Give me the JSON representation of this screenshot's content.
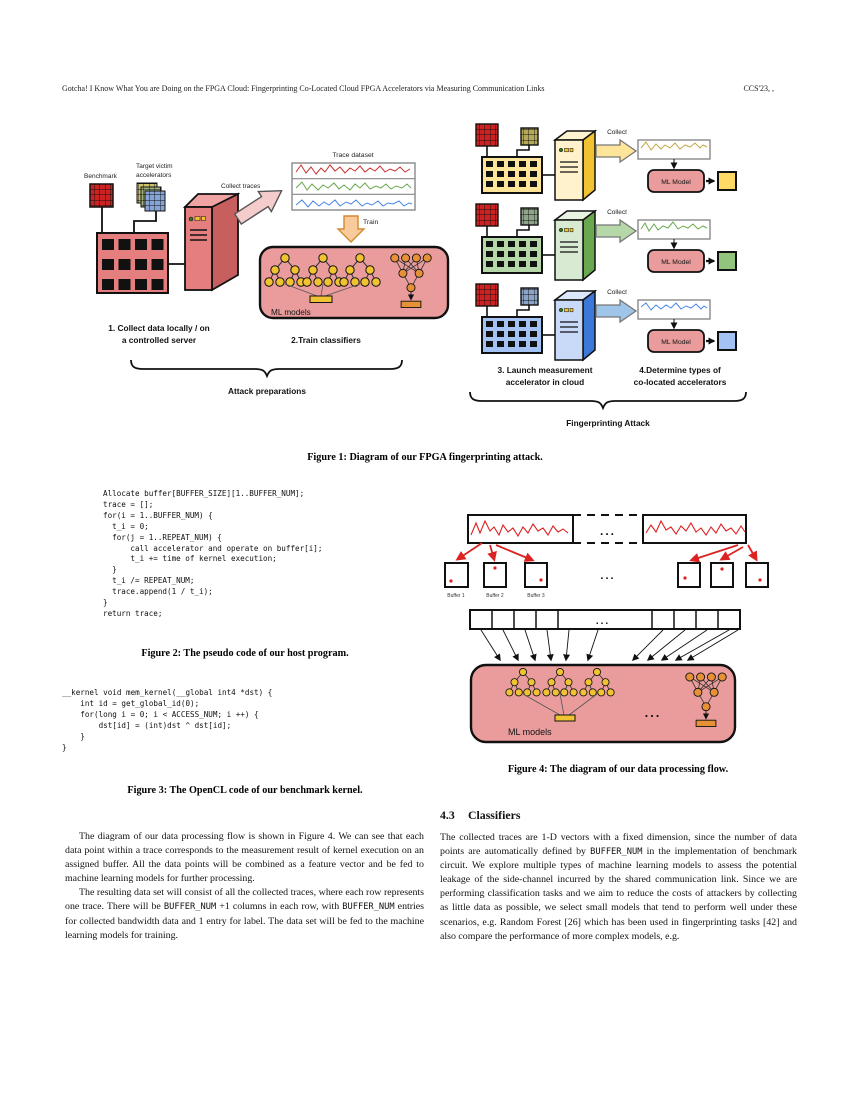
{
  "header": {
    "title": "Gotcha! I Know What You are Doing on the FPGA Cloud: Fingerprinting Co-Located Cloud FPGA Accelerators via Measuring Communication Links",
    "venue": "CCS'23, ,"
  },
  "figure1": {
    "caption": "Figure 1: Diagram of our FPGA fingerprinting attack.",
    "labels": {
      "benchmark": "Benchmark",
      "target_victim_line1": "Target victim",
      "target_victim_line2": "accelerators",
      "collect_traces": "Collect traces",
      "trace_dataset": "Trace dataset",
      "train": "Train",
      "ml_models": "ML models",
      "step1_line1": "1. Collect data locally / on",
      "step1_line2": "a controlled server",
      "step2": "2.Train classifiers",
      "attack_preparations": "Attack preparations",
      "collect": "Collect",
      "ml_model": "ML Model",
      "step3_line1": "3. Launch measurement",
      "step3_line2": "accelerator in cloud",
      "step4_line1": "4.Determine types of",
      "step4_line2": "co-located accelerators",
      "fingerprinting_attack": "Fingerprinting Attack"
    },
    "colors": {
      "board_pink": "#e57e7e",
      "ml_box_pink": "#ea9c9c",
      "tree_node_yellow": "#f1c232",
      "nn_node_orange": "#e69138",
      "collect_arrow_pink": "#f4cccc",
      "train_arrow_tan": "#f9cb9c",
      "trace_red": "#cc3333",
      "trace_green": "#6aa84f",
      "trace_blue": "#4a86e8",
      "row_yellow_board": "#ffe599",
      "row_green_board": "#b6d7a8",
      "row_blue_board": "#a4c2f4"
    }
  },
  "figure2": {
    "code": "Allocate buffer[BUFFER_SIZE][1..BUFFER_NUM];\ntrace = [];\nfor(i = 1..BUFFER_NUM) {\n  t_i = 0;\n  for(j = 1..REPEAT_NUM) {\n      call accelerator and operate on buffer[i];\n      t_i += time of kernel execution;\n  }\n  t_i /= REPEAT_NUM;\n  trace.append(1 / t_i);\n}\nreturn trace;",
    "caption": "Figure 2: The pseudo code of our host program."
  },
  "figure3": {
    "code": "__kernel void mem_kernel(__global int4 *dst) {\n    int id = get_global_id(0);\n    for(long i = 0; i < ACCESS_NUM; i ++) {\n        dst[id] = (int)dst ^ dst[id];\n    }\n}",
    "caption": "Figure 3: The OpenCL code of our benchmark kernel."
  },
  "figure4": {
    "caption": "Figure 4: The diagram of our data processing flow.",
    "labels": {
      "buffer1": "Buffer 1",
      "buffer2": "Buffer 2",
      "buffer3": "Buffer 3",
      "ml_models": "ML models",
      "dots": "..."
    }
  },
  "left_column": {
    "para1": "The diagram of our data processing flow is shown in Figure 4. We can see that each data point within a trace corresponds to the measurement result of kernel execution on an assigned buffer. All the data points will be combined as a feature vector and be fed to machine learning models for further processing.",
    "para2_segments": [
      {
        "text": "The resulting data set will consist of all the collected traces, where each row represents one trace. There will be "
      },
      {
        "text": "BUFFER_NUM",
        "mono": true
      },
      {
        "text": " +1 columns in each row, with "
      },
      {
        "text": "BUFFER_NUM",
        "mono": true
      },
      {
        "text": " entries for collected bandwidth data and 1 entry for label. The data set will be fed to the machine learning models for training."
      }
    ]
  },
  "section": {
    "number": "4.3",
    "title": "Classifiers",
    "para1_segments": [
      {
        "text": "The collected traces are 1-D vectors with a fixed dimension, since the number of data points are automatically defined by "
      },
      {
        "text": "BUFFER_NUM",
        "mono": true
      },
      {
        "text": " in the implementation of benchmark circuit. We explore multiple types of machine learning models to assess the potential leakage of the side-channel incurred by the shared communication link. Since we are performing classification tasks and we aim to reduce the costs of attackers by collecting as little data as possible, we select small models that tend to perform well under these scenarios, e.g. Random Forest [26] which has been used in fingerprinting tasks [42] and also compare the performance of more complex models, e.g."
      }
    ]
  }
}
